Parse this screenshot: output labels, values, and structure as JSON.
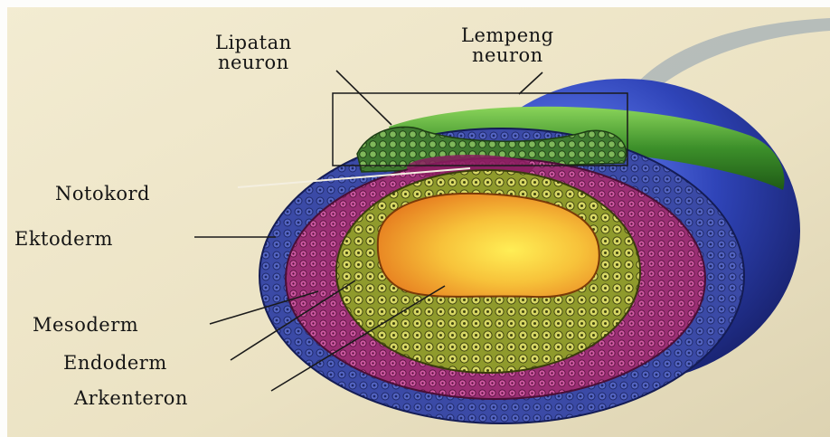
{
  "labels": {
    "lipatan_neuron": [
      "Lipatan",
      "neuron"
    ],
    "lempeng_neuron": [
      "Lempeng",
      "neuron"
    ],
    "notokord": "Notokord",
    "ektoderm": "Ektoderm",
    "mesoderm": "Mesoderm",
    "endoderm": "Endoderm",
    "arkenteron": "Arkenteron"
  },
  "colors": {
    "paper": "#ece4c6",
    "ektoderm": "#3b4aa6",
    "mesoderm": "#b03d83",
    "endoderm": "#b8bd4a",
    "arkenteron": "#f2a52e",
    "neural_plate": "#3c8f2a",
    "outer_sphere": "#2f44b8"
  }
}
